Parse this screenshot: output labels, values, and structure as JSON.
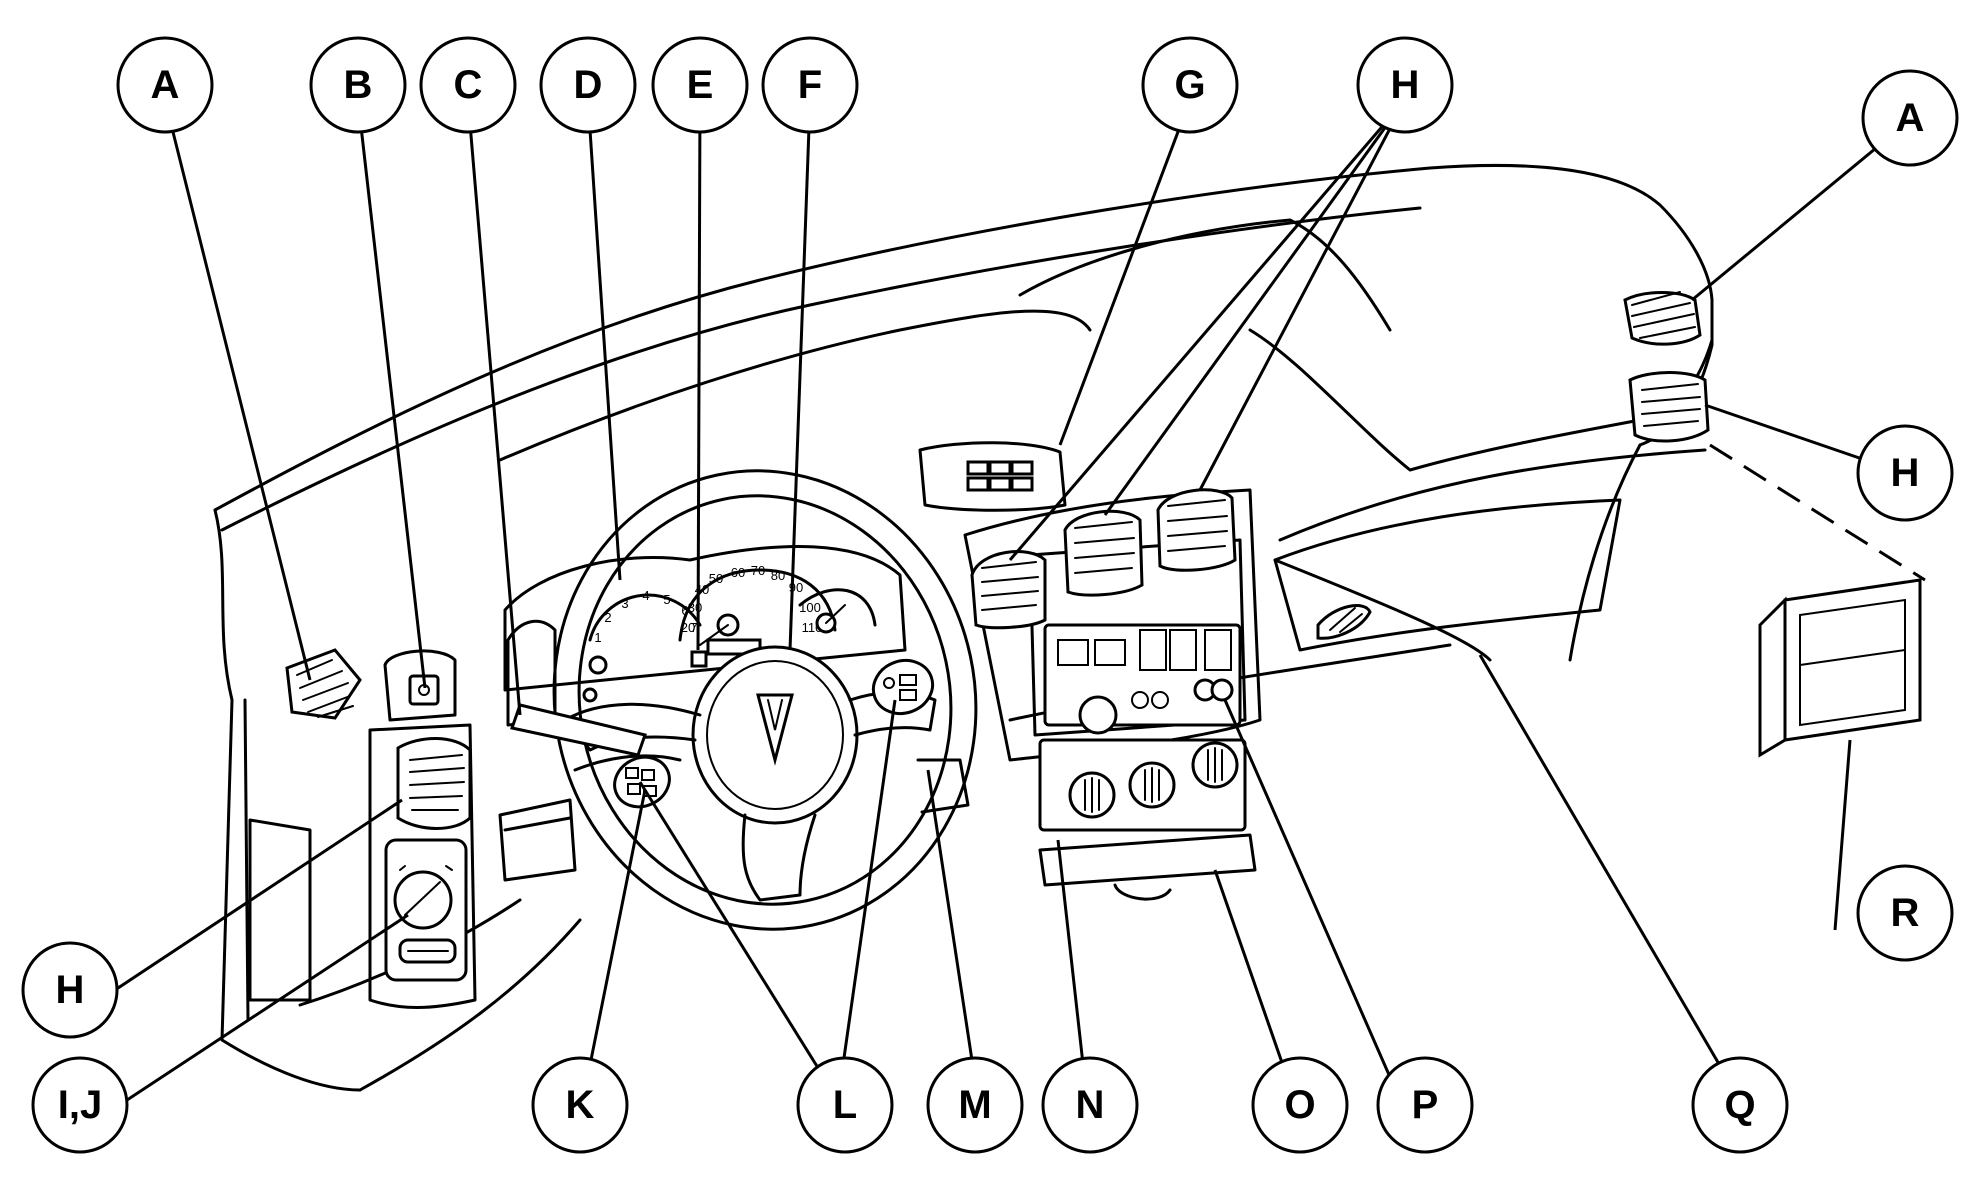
{
  "callouts": {
    "a_left": "A",
    "b": "B",
    "c": "C",
    "d": "D",
    "e": "E",
    "f": "F",
    "g": "G",
    "h_top": "H",
    "a_right": "A",
    "h_right": "H",
    "r": "R",
    "h_left": "H",
    "ij": "I,J",
    "k": "K",
    "l": "L",
    "m": "M",
    "n": "N",
    "o": "O",
    "p": "P",
    "q": "Q"
  },
  "gauge_numbers": {
    "speedo": [
      "20",
      "30",
      "40",
      "50",
      "60",
      "70",
      "80",
      "90",
      "100",
      "110"
    ],
    "tach": [
      "1",
      "2",
      "3",
      "4",
      "5",
      "6",
      "7"
    ]
  }
}
